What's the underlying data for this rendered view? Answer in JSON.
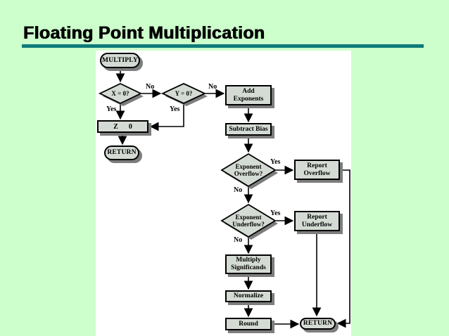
{
  "slide": {
    "title": "Floating Point Multiplication"
  },
  "colors": {
    "background": "#ccffcc",
    "panel": "#ffffff",
    "title_rule": "#0e7a7a",
    "node_fill": "#d4dbd4",
    "node_border": "#000000",
    "node_shadow": "#7d7d7d",
    "line": "#000000"
  },
  "flowchart": {
    "nodes": {
      "multiply": {
        "label": "MULTIPLY"
      },
      "x_zero": {
        "label": "X = 0?"
      },
      "y_zero": {
        "label": "Y = 0?"
      },
      "add_exponents": {
        "line1": "Add",
        "line2": "Exponents"
      },
      "z_assign": {
        "label": "Z      0"
      },
      "return_left": {
        "label": "RETURN"
      },
      "subtract_bias": {
        "label": "Subtract Bias"
      },
      "exp_overflow": {
        "line1": "Exponent",
        "line2": "Overflow?"
      },
      "report_overflow": {
        "line1": "Report",
        "line2": "Overflow"
      },
      "exp_underflow": {
        "line1": "Exponent",
        "line2": "Underflow?"
      },
      "report_underflow": {
        "line1": "Report",
        "line2": "Underflow"
      },
      "multiply_significands": {
        "line1": "Multiply",
        "line2": "Significands"
      },
      "normalize": {
        "label": "Normalize"
      },
      "round": {
        "label": "Round"
      },
      "return_bottom": {
        "label": "RETURN"
      }
    },
    "edge_labels": {
      "no_x": "No",
      "no_y": "No",
      "yes_x": "Yes",
      "yes_y": "Yes",
      "yes_overflow": "Yes",
      "no_overflow": "No",
      "yes_underflow": "Yes",
      "no_underflow": "No"
    }
  }
}
